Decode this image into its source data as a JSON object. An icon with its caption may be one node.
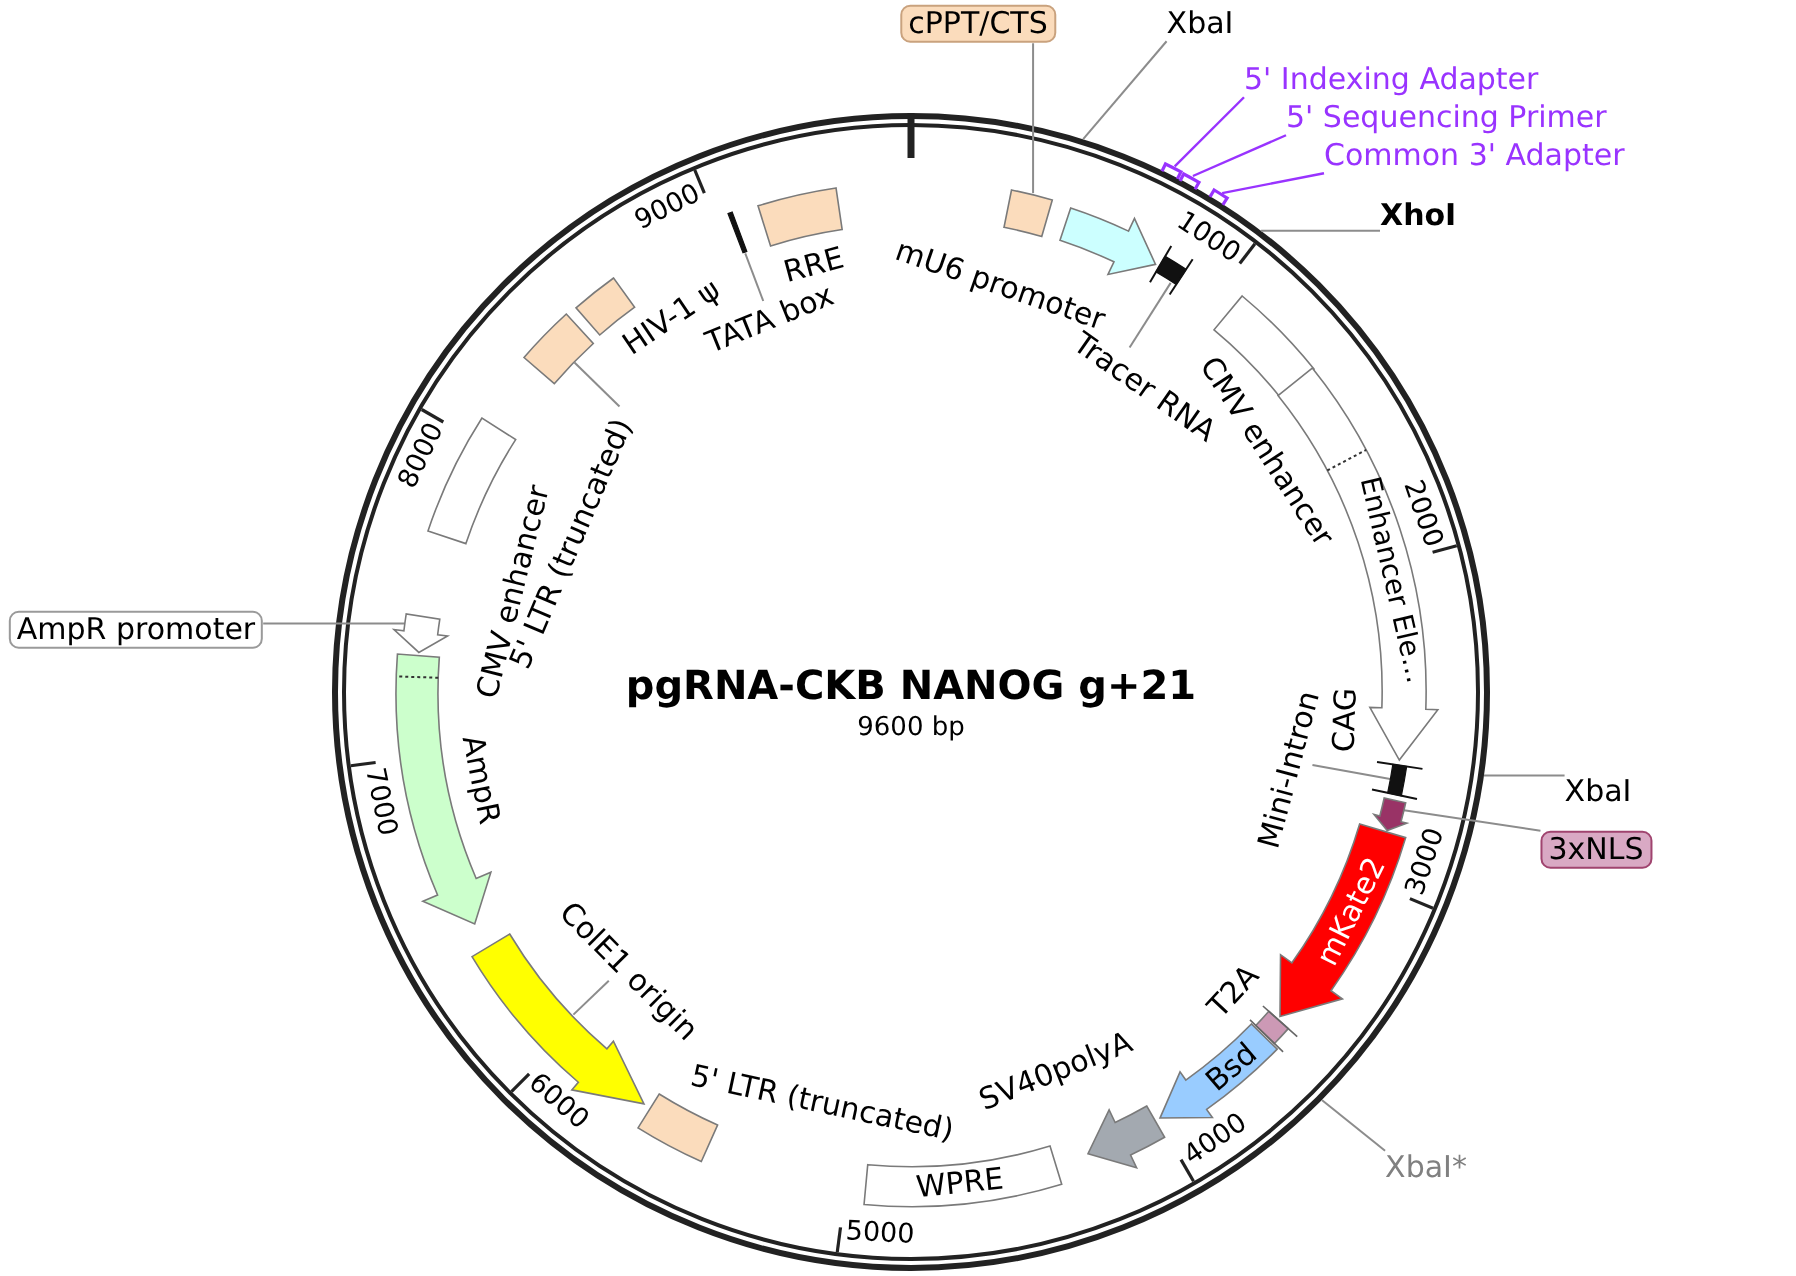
{
  "diagram": {
    "title": "pgRNA-CKB NANOG g+21",
    "nodes": [
      {
        "text": [
          "cPPT/CTS"
        ]
      },
      {
        "text": [],
        "shape": "box"
      },
      {
        "text": [
          "XbaI"
        ]
      },
      {
        "text": [
          "5' Indexing Adapter"
        ]
      },
      {
        "text": [
          "5' Sequencing Primer"
        ]
      },
      {
        "text": [
          "Common 3' Adapter"
        ]
      },
      {
        "text": [],
        "shape": "bar"
      },
      {
        "text": [],
        "shape": "bar"
      },
      {
        "text": [],
        "shape": "bar"
      },
      {
        "text": [
          "XhoI"
        ]
      },
      {
        "text": [
          "mU6 promoter"
        ]
      },
      {
        "text": [
          "Tracer RNA"
        ]
      },
      {
        "text": [],
        "shape": "bar"
      },
      {
        "text": [
          "CMV enhancer"
        ]
      },
      {
        "text": [
          "Enhancer Ele..."
        ],
        "beside": [
          "CAG"
        ]
      },
      {
        "text": [
          "Mini-Intron"
        ]
      },
      {
        "text": [],
        "shape": "bar"
      },
      {
        "text": [
          "XbaI"
        ]
      },
      {
        "text": [
          "3xNLS"
        ]
      },
      {
        "text": [],
        "shape": "arrow"
      },
      {
        "text": [
          "mKate2"
        ]
      },
      {
        "text": [
          "T2A"
        ]
      },
      {
        "text": [
          "Bsd"
        ]
      },
      {
        "text": [
          "XbaI*"
        ]
      },
      {
        "text": [
          "SV40polyA"
        ]
      },
      {
        "text": [
          "WPRE"
        ]
      },
      {
        "text": [
          "5' LTR (truncated)"
        ]
      },
      {
        "text": [
          "ColE1 origin"
        ]
      },
      {
        "text": [],
        "shape": "arrow"
      },
      {
        "text": [
          "AmpR"
        ]
      },
      {
        "text": [
          "AmpR promoter"
        ]
      },
      {
        "text": [],
        "shape": "arrow"
      },
      {
        "text": [
          "CMV enhancer"
        ]
      },
      {
        "text": [
          "5' LTR (truncated)"
        ]
      },
      {
        "text": [],
        "shape": "box"
      },
      {
        "text": [
          "HIV-1 ψ"
        ]
      },
      {
        "text": [
          "TATA box"
        ]
      },
      {
        "text": [],
        "shape": "bar"
      },
      {
        "text": [
          "RRE"
        ]
      }
    ],
    "edges": [
      {
        "from": 0,
        "to": 1,
        "arrow": "none"
      },
      {
        "from": 2,
        "to": null,
        "arrow": "none"
      },
      {
        "from": 3,
        "to": 6,
        "arrow": "none",
        "color": "#9933ff"
      },
      {
        "from": 4,
        "to": 7,
        "arrow": "none",
        "color": "#9933ff"
      },
      {
        "from": 5,
        "to": 8,
        "arrow": "none",
        "color": "#9933ff"
      },
      {
        "from": 9,
        "to": null,
        "arrow": "none"
      },
      {
        "from": 11,
        "to": 12,
        "arrow": "none"
      },
      {
        "from": 15,
        "to": 16,
        "arrow": "none"
      },
      {
        "from": 17,
        "to": null,
        "arrow": "none"
      },
      {
        "from": 18,
        "to": 19,
        "arrow": "none"
      },
      {
        "from": 23,
        "to": null,
        "arrow": "none"
      },
      {
        "from": 27,
        "to": 28,
        "arrow": "none"
      },
      {
        "from": 30,
        "to": 31,
        "arrow": "none"
      },
      {
        "from": 33,
        "to": 34,
        "arrow": "none"
      },
      {
        "from": 36,
        "to": 37,
        "arrow": "none"
      }
    ],
    "labels": [
      "9600 bp",
      "1000",
      "2000",
      "3000",
      "4000",
      "5000",
      "6000",
      "7000",
      "8000",
      "9000"
    ]
  }
}
